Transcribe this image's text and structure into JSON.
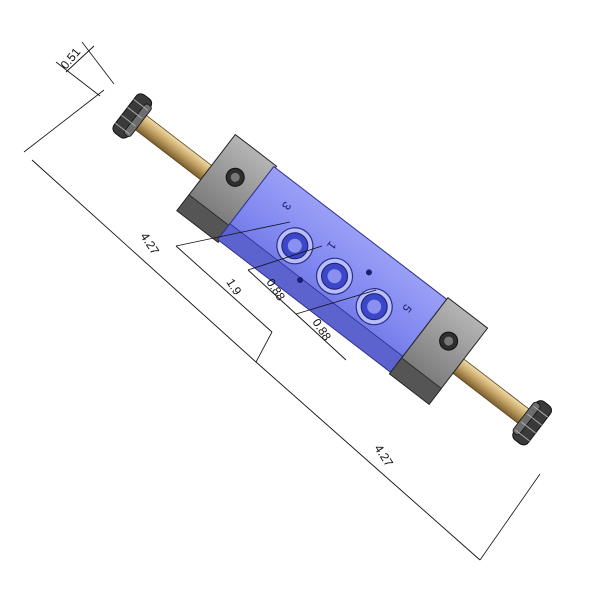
{
  "dimensions": {
    "cap_width": "0.51",
    "overall_left": "4.27",
    "overall_right": "4.27",
    "port_offset": "1.9",
    "port_pitch_1": "0.88",
    "port_pitch_2": "0.88"
  },
  "ports": {
    "p3": "3",
    "p1": "1",
    "p5": "5"
  },
  "colors": {
    "body": "#7f86f0",
    "body_dark": "#5c63cf",
    "end_block": "#8a8a8a",
    "rod": "#c9a86a",
    "port_ring": "#3b47c8",
    "background": "#ffffff"
  }
}
